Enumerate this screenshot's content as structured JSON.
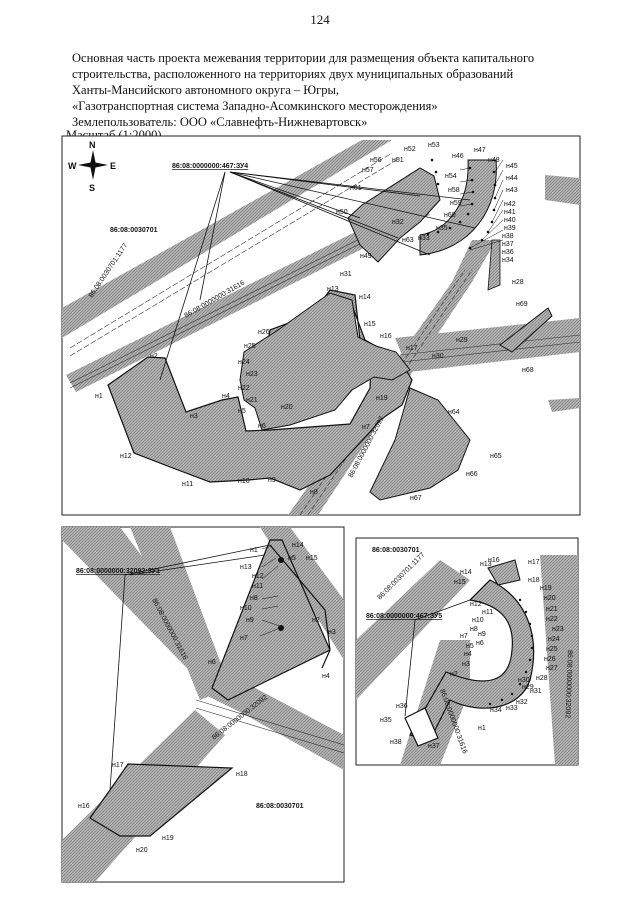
{
  "page_number": "124",
  "header": {
    "line1": "Основная часть проекта межевания территории для размещения объекта капитального",
    "line2": "строительства, расположенного на территориях двух муниципальных образований",
    "line3": "Ханты-Мансийского автономного округа – Югры,",
    "line4": "«Газотранспортная система Западно-Асомкинского месторождения»",
    "line5": "Землепользователь: ООО «Славнефть-Нижневартовск»"
  },
  "scale": "Масштаб (1:2000)",
  "compass": {
    "n": "N",
    "s": "S",
    "w": "W",
    "e": "E"
  },
  "colors": {
    "hatch": "#a8a8a8",
    "line": "#111111",
    "paper": "#ffffff"
  },
  "main_map": {
    "parcel_tag": "86:08:0000000:467:ЗУ4",
    "quarter": "86:08:0030701",
    "roads": [
      "86:08:0030701:1177",
      "86:08:0000000:31616",
      "86:08:0000000:32092"
    ],
    "points": [
      "н1",
      "н2",
      "н3",
      "н4",
      "н5",
      "н6",
      "н7",
      "н8",
      "н9",
      "н10",
      "н11",
      "н12",
      "н13",
      "н14",
      "н15",
      "н16",
      "н17",
      "н19",
      "н20",
      "н21",
      "н22",
      "н23",
      "н24",
      "н25",
      "н26",
      "н28",
      "н29",
      "н30",
      "н31",
      "н32",
      "н33",
      "н34",
      "н35",
      "н36",
      "н37",
      "н38",
      "н39",
      "н40",
      "н41",
      "н42",
      "н43",
      "н44",
      "н45",
      "н46",
      "н47",
      "н48",
      "н49",
      "н50",
      "н51",
      "н52",
      "н53",
      "н54",
      "н56",
      "н57",
      "н58",
      "н59",
      "н60",
      "н61",
      "н63",
      "н64",
      "н65",
      "н66",
      "н67",
      "н68",
      "н69"
    ]
  },
  "inset_left": {
    "parcel_tag": "86:08:0000000:32092:ЗУ1",
    "quarter": "86:08:0030701",
    "roads": [
      "86:08:0000000:31616",
      "86:08:0000000:32092"
    ],
    "points": [
      "н1",
      "н2",
      "н3",
      "н4",
      "н5",
      "н6",
      "н7",
      "н8",
      "н9",
      "н10",
      "н11",
      "н12",
      "н13",
      "н14",
      "н15",
      "н16",
      "н17",
      "н18",
      "н19",
      "н20"
    ]
  },
  "inset_right": {
    "parcel_tag": "86:08:0000000:467:ЗУ5",
    "quarter": "86:08:0030701",
    "roads": [
      "86:08:0030701:1177",
      "86:08:0000000:31616",
      "86:08:0000000:32092"
    ],
    "points": [
      "н1",
      "н2",
      "н3",
      "н4",
      "н5",
      "н6",
      "н7",
      "н8",
      "н9",
      "н10",
      "н11",
      "н12",
      "н13",
      "н14",
      "н15",
      "н16",
      "н17",
      "н18",
      "н19",
      "н20",
      "н21",
      "н22",
      "н23",
      "н24",
      "н25",
      "н26",
      "н27",
      "н28",
      "н29",
      "н30",
      "н31",
      "н32",
      "н33",
      "н34",
      "н35",
      "н36",
      "н37",
      "н38"
    ]
  }
}
